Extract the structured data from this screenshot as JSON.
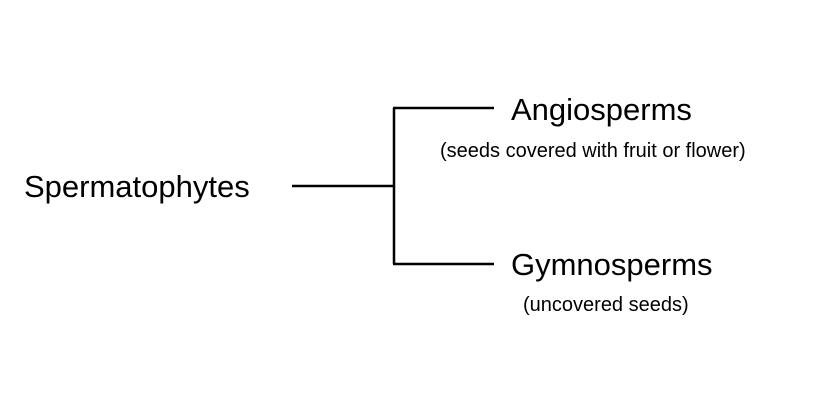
{
  "diagram": {
    "root": {
      "label": "Spermatophytes"
    },
    "branches": [
      {
        "label": "Angiosperms",
        "note": "(seeds covered with fruit or flower)"
      },
      {
        "label": "Gymnosperms",
        "note": "(uncovered seeds)"
      }
    ],
    "line_color": "#000000"
  }
}
